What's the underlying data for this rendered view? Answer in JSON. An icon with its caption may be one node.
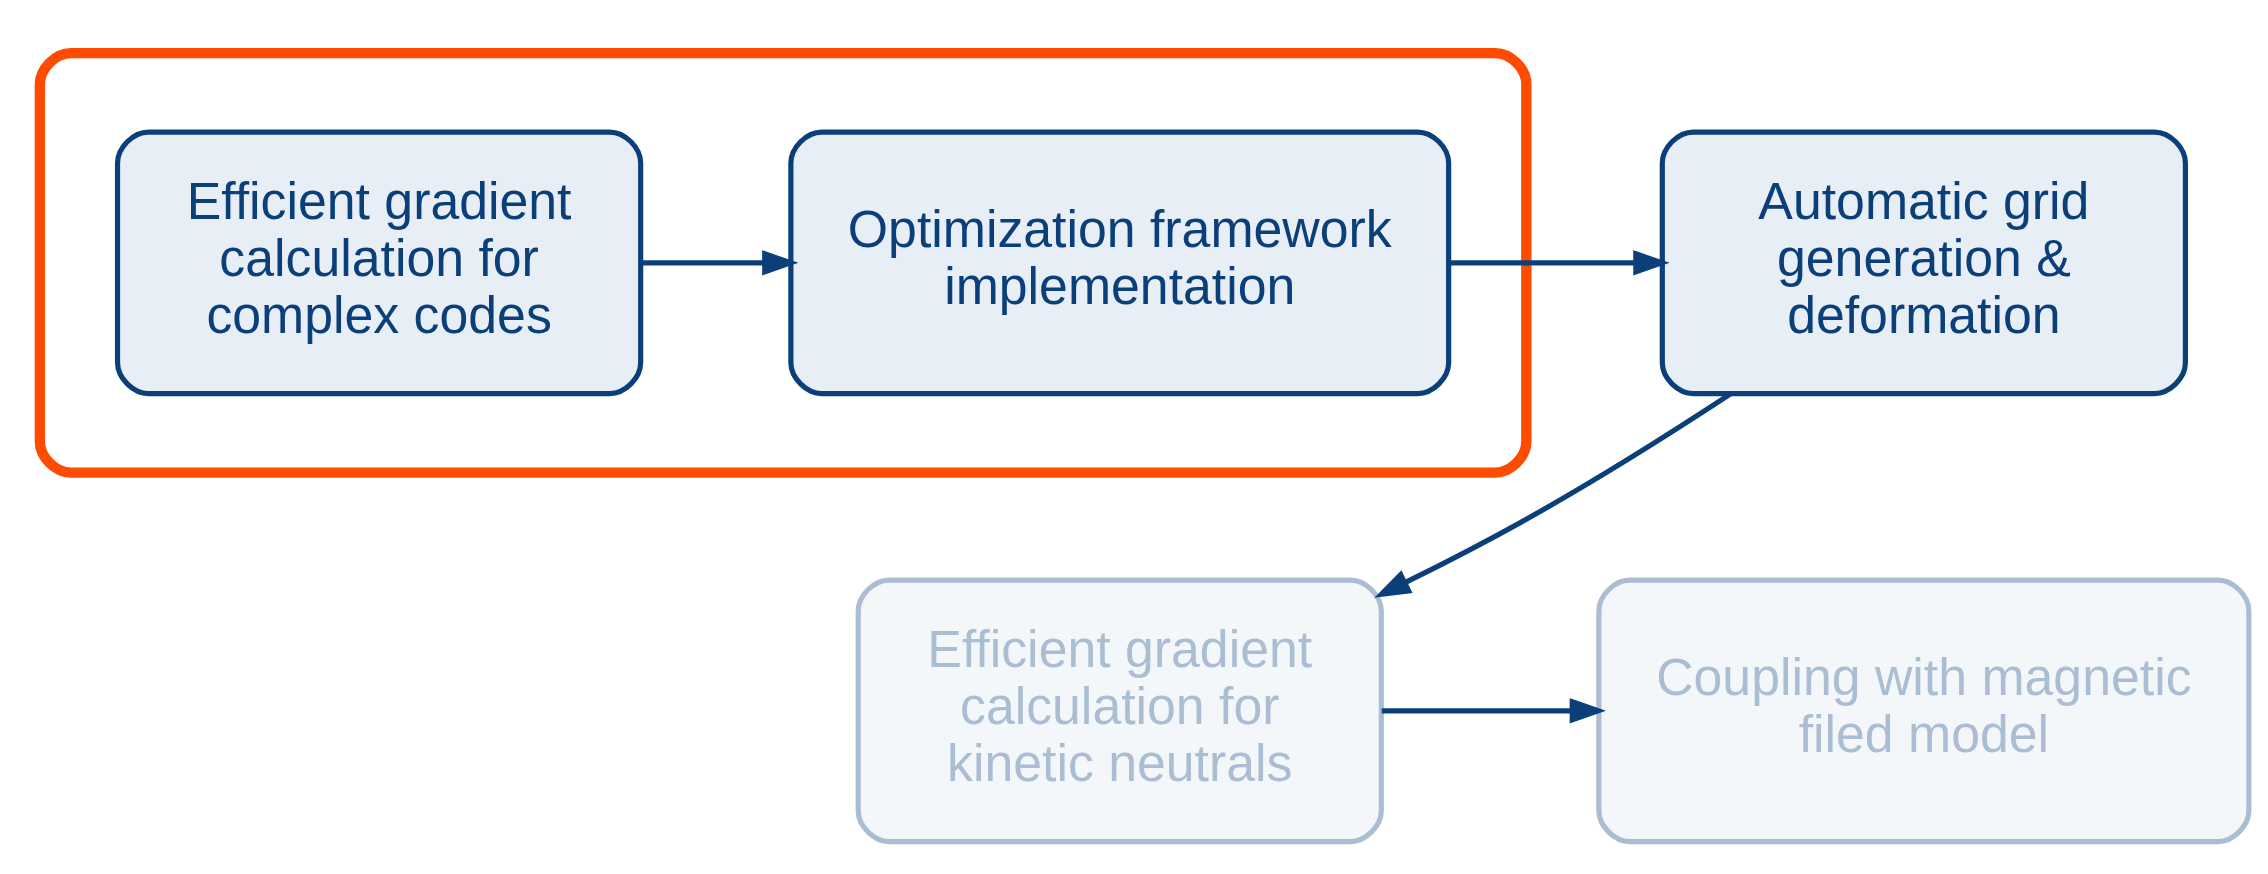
{
  "diagram": {
    "nodes": [
      {
        "text": [],
        "shape": "box"
      },
      {
        "text": [
          "Efficient gradient calculation for complex codes"
        ],
        "in": 0
      },
      {
        "text": [
          "Optimization framework implementation"
        ],
        "in": 0
      },
      {
        "text": [
          "Automatic grid generation & deformation"
        ]
      },
      {
        "text": [
          "Efficient gradient calculation for kinetic neutrals"
        ]
      },
      {
        "text": [
          "Coupling with magnetic filed model"
        ]
      }
    ],
    "edges": [
      {
        "from": 1,
        "to": 2,
        "arrow": "to"
      },
      {
        "from": 2,
        "to": 3,
        "arrow": "to"
      },
      {
        "from": 3,
        "to": 4,
        "arrow": "to"
      },
      {
        "from": 4,
        "to": 5,
        "arrow": "to"
      }
    ]
  }
}
